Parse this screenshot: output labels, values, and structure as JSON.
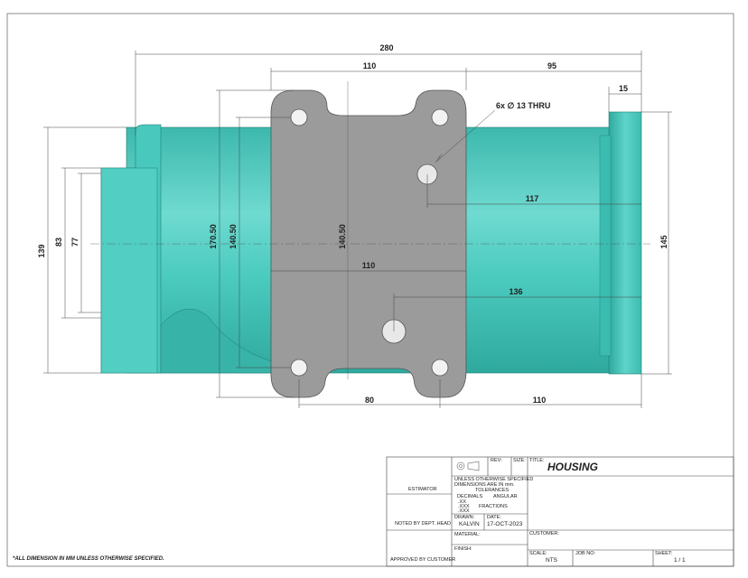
{
  "dimensions": {
    "overall_length": "280",
    "top_flange_width": "110",
    "right_length": "95",
    "right_flange": "15",
    "hole_callout": "6x ∅ 13 THRU",
    "hole_offset_upper": "117",
    "hole_offset_lower": "136",
    "bottom_left": "80",
    "bottom_right": "110",
    "center_width": "110",
    "left_height_139": "139",
    "bore_83": "83",
    "bore_77": "77",
    "height_170": "170.50",
    "height_140_left": "140.50",
    "height_140_center": "140.50",
    "right_height_145": "145"
  },
  "title_block": {
    "rev_label": "REV:",
    "size_label": "SIZE:",
    "title_label": "TITLE:",
    "title": "HOUSING",
    "tolerance_lines": [
      "UNLESS OTHERWISE SPECIFIED",
      "DIMENSIONS ARE IN mm.",
      "TOLERANCES"
    ],
    "decimals_label": "DECIMALS",
    "angular_label": "ANGULAR",
    "dec_xx": ".XX",
    "dec_xxx": ".XXX",
    "fractions_label": "FRACTIONS",
    "dec_xxxx": ".XXX",
    "estimator": "ESTIMATOR",
    "noted_by": "NOTED BY DEPT. HEAD",
    "approved_by": "APPROVED BY CUSTOMER",
    "drawn_label": "DRAWN:",
    "drawn_value": "KALVIN",
    "date_label": "DATE:",
    "date_value": "17-OCT-2023",
    "material_label": "MATERIAL:",
    "finish_label": "FINISH:",
    "customer_label": "CUSTOMER:",
    "scale_label": "SCALE:",
    "scale_value": "NTS",
    "job_label": "JOB NO:",
    "sheet_label": "SHEET:",
    "sheet_value": "1 / 1"
  },
  "footnote": "*ALL DIMENSION IN MM UNLESS OTHERWISE SPECIFIED.",
  "colors": {
    "body": "#49c9bd",
    "body_dark": "#2ea79c",
    "body_light": "#7fe0d6",
    "flange": "#9a9a9a",
    "flange_edge": "#5c5c5c",
    "line": "#333333"
  }
}
